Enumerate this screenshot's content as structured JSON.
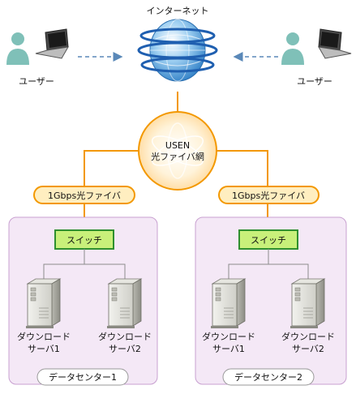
{
  "internet": {
    "label": "インターネット"
  },
  "users": [
    {
      "label": "ユーザー"
    },
    {
      "label": "ユーザー"
    }
  ],
  "network": {
    "line1": "USEN",
    "line2": "光ファイバ網"
  },
  "fiber_links": [
    {
      "label": "1Gbps光ファイバ"
    },
    {
      "label": "1Gbps光ファイバ"
    }
  ],
  "datacenters": [
    {
      "name": "データセンター1",
      "switch": "スイッチ",
      "servers": [
        {
          "line1": "ダウンロード",
          "line2": "サーバ1"
        },
        {
          "line1": "ダウンロード",
          "line2": "サーバ2"
        }
      ]
    },
    {
      "name": "データセンター2",
      "switch": "スイッチ",
      "servers": [
        {
          "line1": "ダウンロード",
          "line2": "サーバ1"
        },
        {
          "line1": "ダウンロード",
          "line2": "サーバ2"
        }
      ]
    }
  ],
  "colors": {
    "orange_link": "#f39800",
    "dc_fill": "#f4e8f6",
    "dc_border": "#c8a0d0",
    "switch_fill": "#c8f07a",
    "switch_border": "#2f8f2f",
    "fiber_fill": "#ffeec0",
    "arrow": "#5a88b8"
  }
}
